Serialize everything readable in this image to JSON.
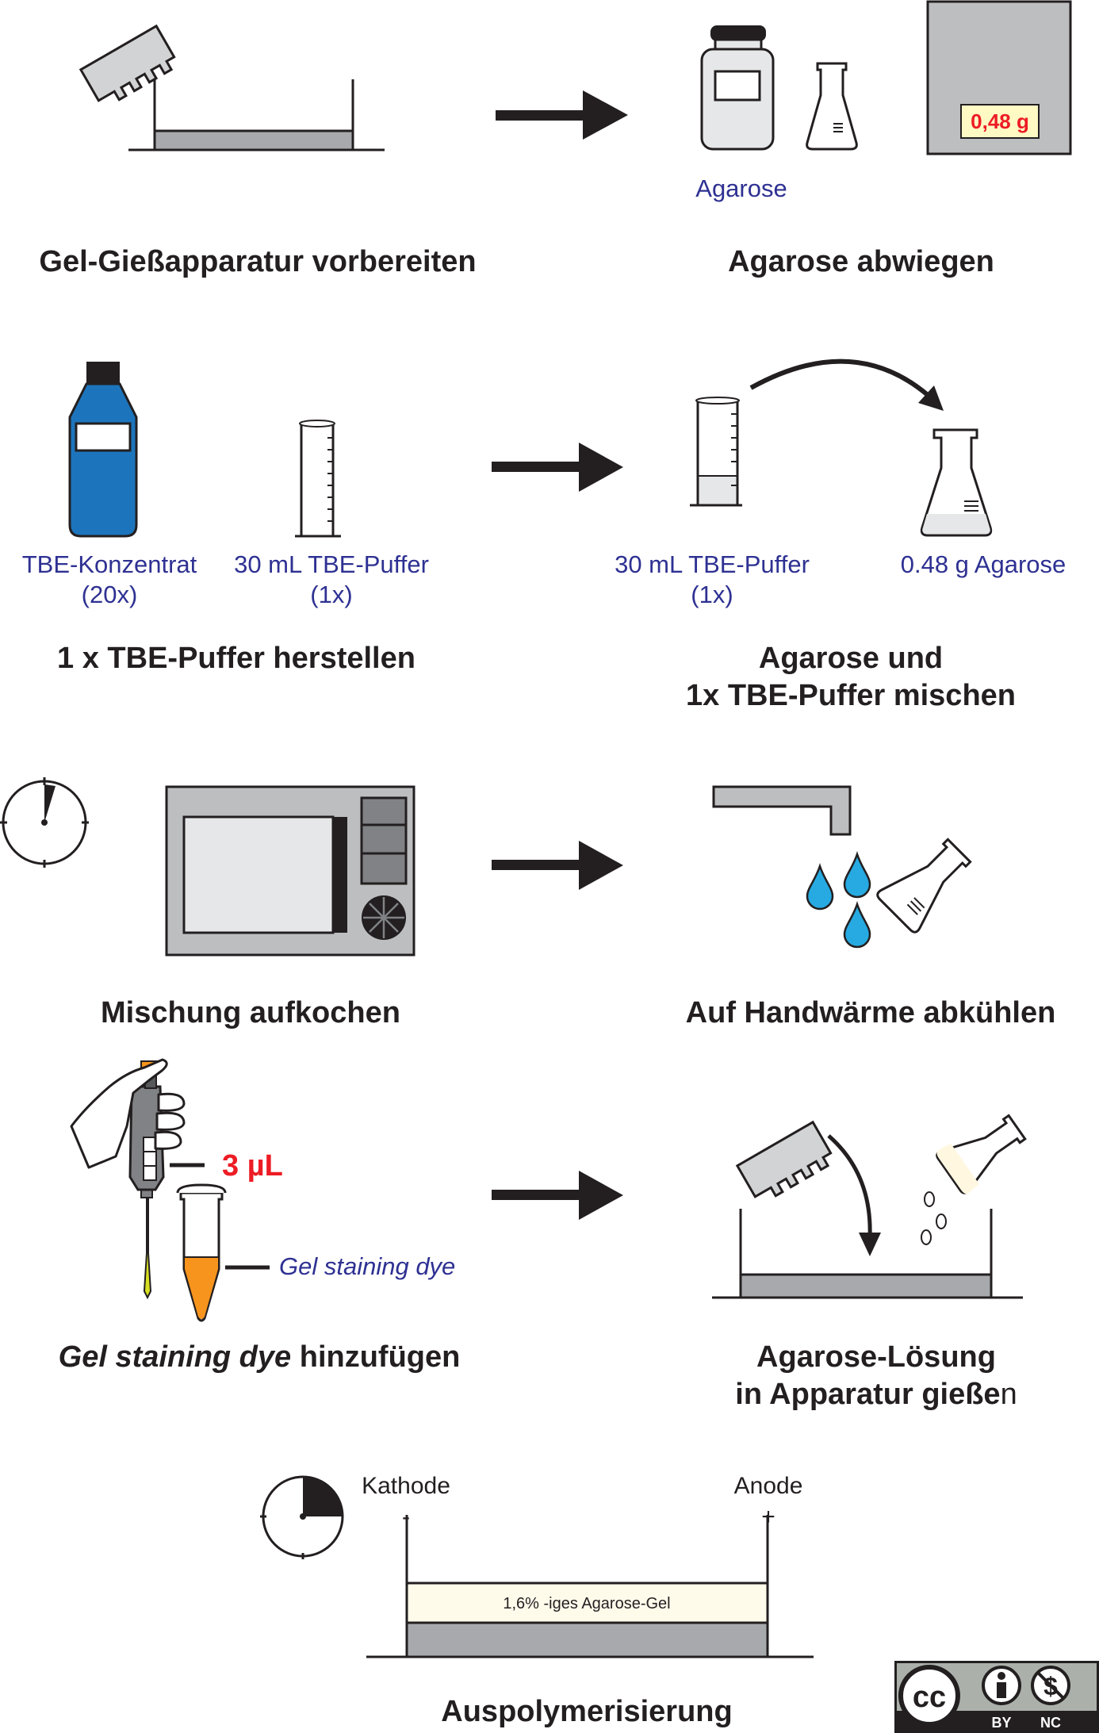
{
  "steps": {
    "prepare": "Gel-Gießapparatur vorbereiten",
    "weigh": "Agarose abwiegen",
    "buffer": "1 x TBE-Puffer herstellen",
    "mix_line1": "Agarose und",
    "mix_line2": "1x TBE-Puffer mischen",
    "boil": "Mischung aufkochen",
    "cool": "Auf Handwärme abkühlen",
    "dye_italic": "Gel staining dye",
    "dye_rest": " hinzufügen",
    "pour_line1": "Agarose-Lösung",
    "pour_line2_bold": "in Apparatur gieße",
    "pour_line2_tail": "n",
    "polymerize": "Auspolymerisierung"
  },
  "labels": {
    "agarose": "Agarose",
    "scale_display": "0,48 g",
    "tbe_conc_line1": "TBE-Konzentrat",
    "tbe_conc_line2": "(20x)",
    "tbe_buffer_line1": "30 mL TBE-Puffer",
    "tbe_buffer_line2": "(1x)",
    "tbe_buffer2_line1": "30 mL TBE-Puffer",
    "tbe_buffer2_line2": "(1x)",
    "agarose_amount": "0.48 g Agarose",
    "volume": "3 µL",
    "dye_label": "Gel staining dye",
    "cathode": "Kathode",
    "cathode_sign": "-",
    "anode": "Anode",
    "anode_sign": "+",
    "gel_label": "1,6% -iges Agarose-Gel"
  },
  "license": {
    "by": "BY",
    "nc": "NC",
    "cc": "cc"
  },
  "colors": {
    "text": "#231f20",
    "label_blue": "#2e3192",
    "accent_red": "#ed1c24",
    "bottle_blue": "#1c75bc",
    "drop_blue": "#27aae1",
    "dye_orange": "#f7941d",
    "gel_gray": "#a7a9ac"
  }
}
